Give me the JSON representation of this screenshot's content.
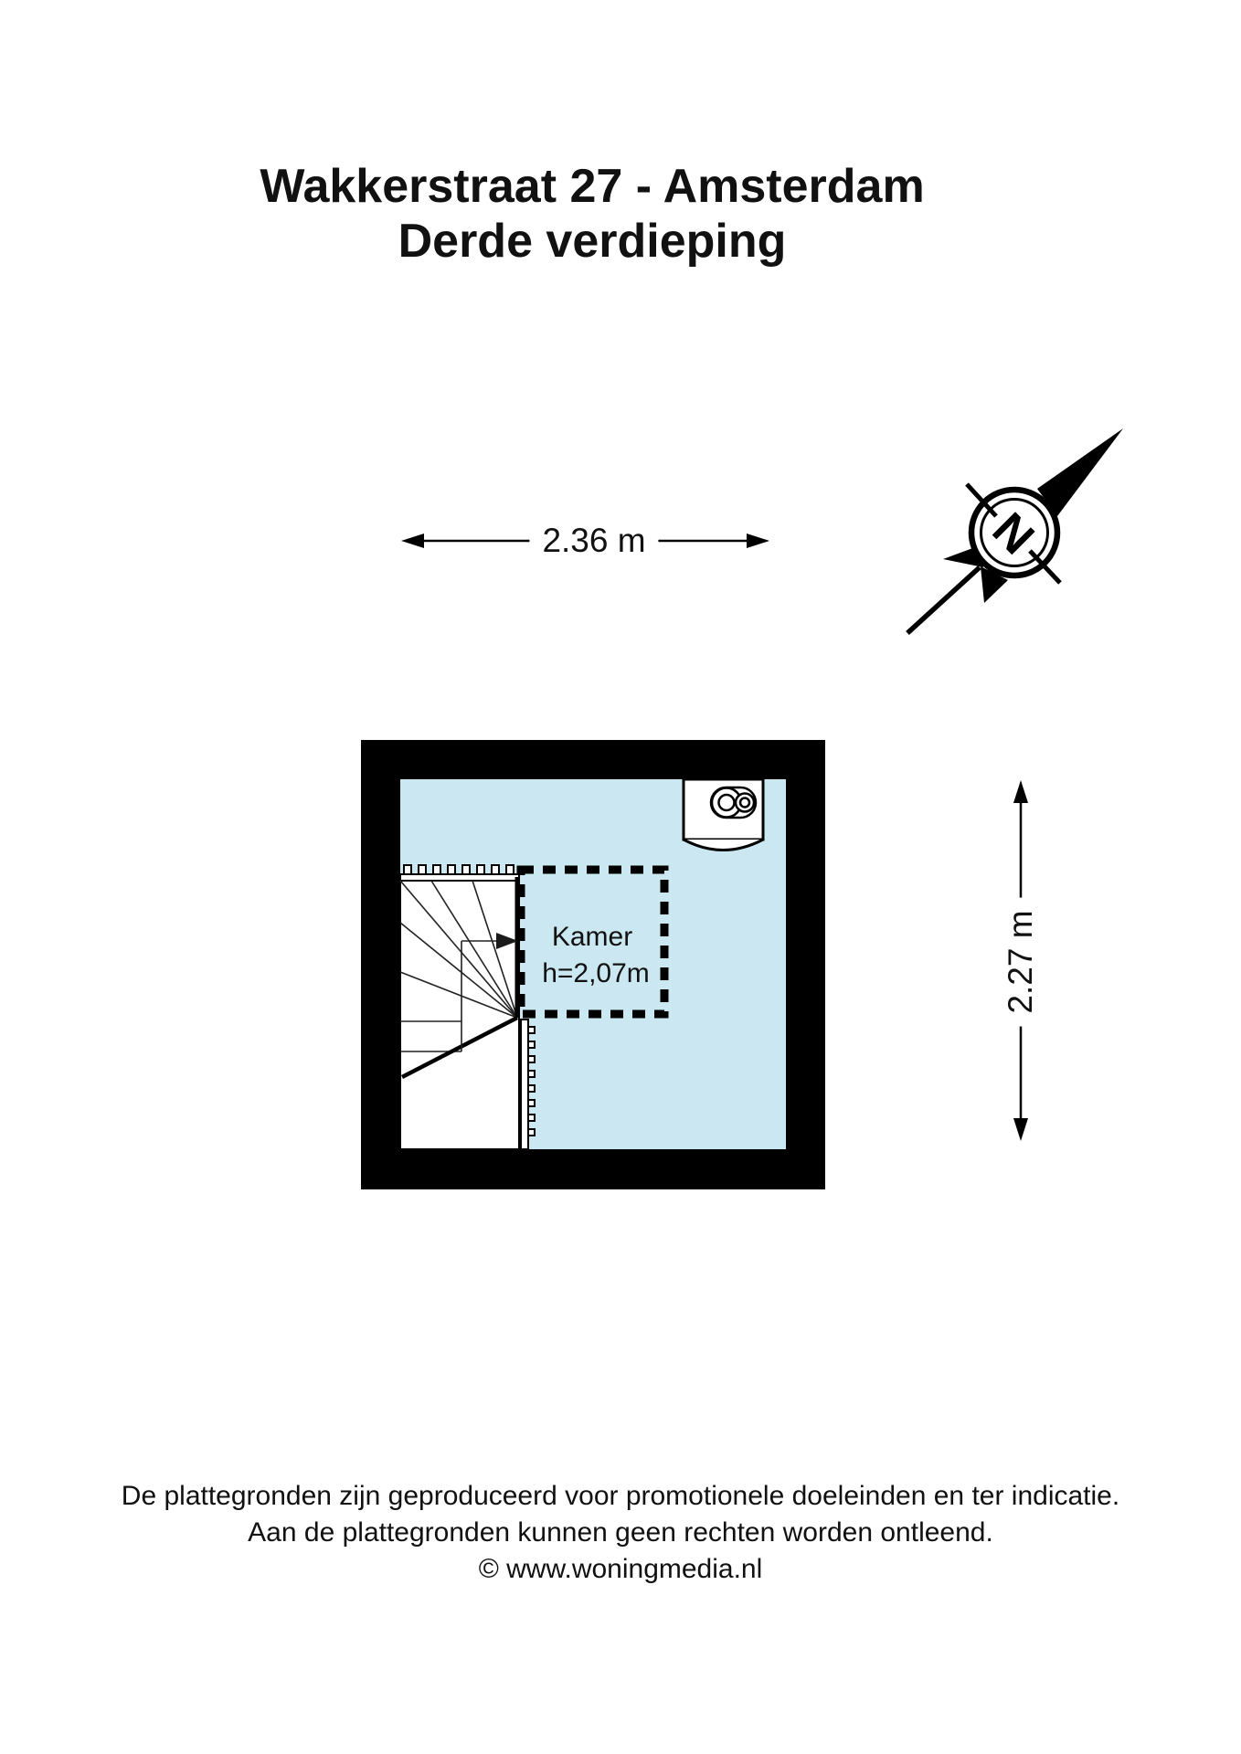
{
  "title": {
    "line1": "Wakkerstraat 27 - Amsterdam",
    "line2": "Derde verdieping"
  },
  "dimensions": {
    "width_label": "2.36 m",
    "height_label": "2.27 m"
  },
  "room": {
    "name": "Kamer",
    "height_note": "h=2,07m"
  },
  "compass": {
    "north_label": "N"
  },
  "footer": {
    "line1": "De plattegronden zijn geproduceerd voor promotionele doeleinden en ter indicatie.",
    "line2": "Aan de plattegronden kunnen geen rechten worden ontleend.",
    "line3": "© www.woningmedia.nl"
  },
  "colors": {
    "wall": "#000000",
    "floor_fill": "#cbe7f1"
  }
}
